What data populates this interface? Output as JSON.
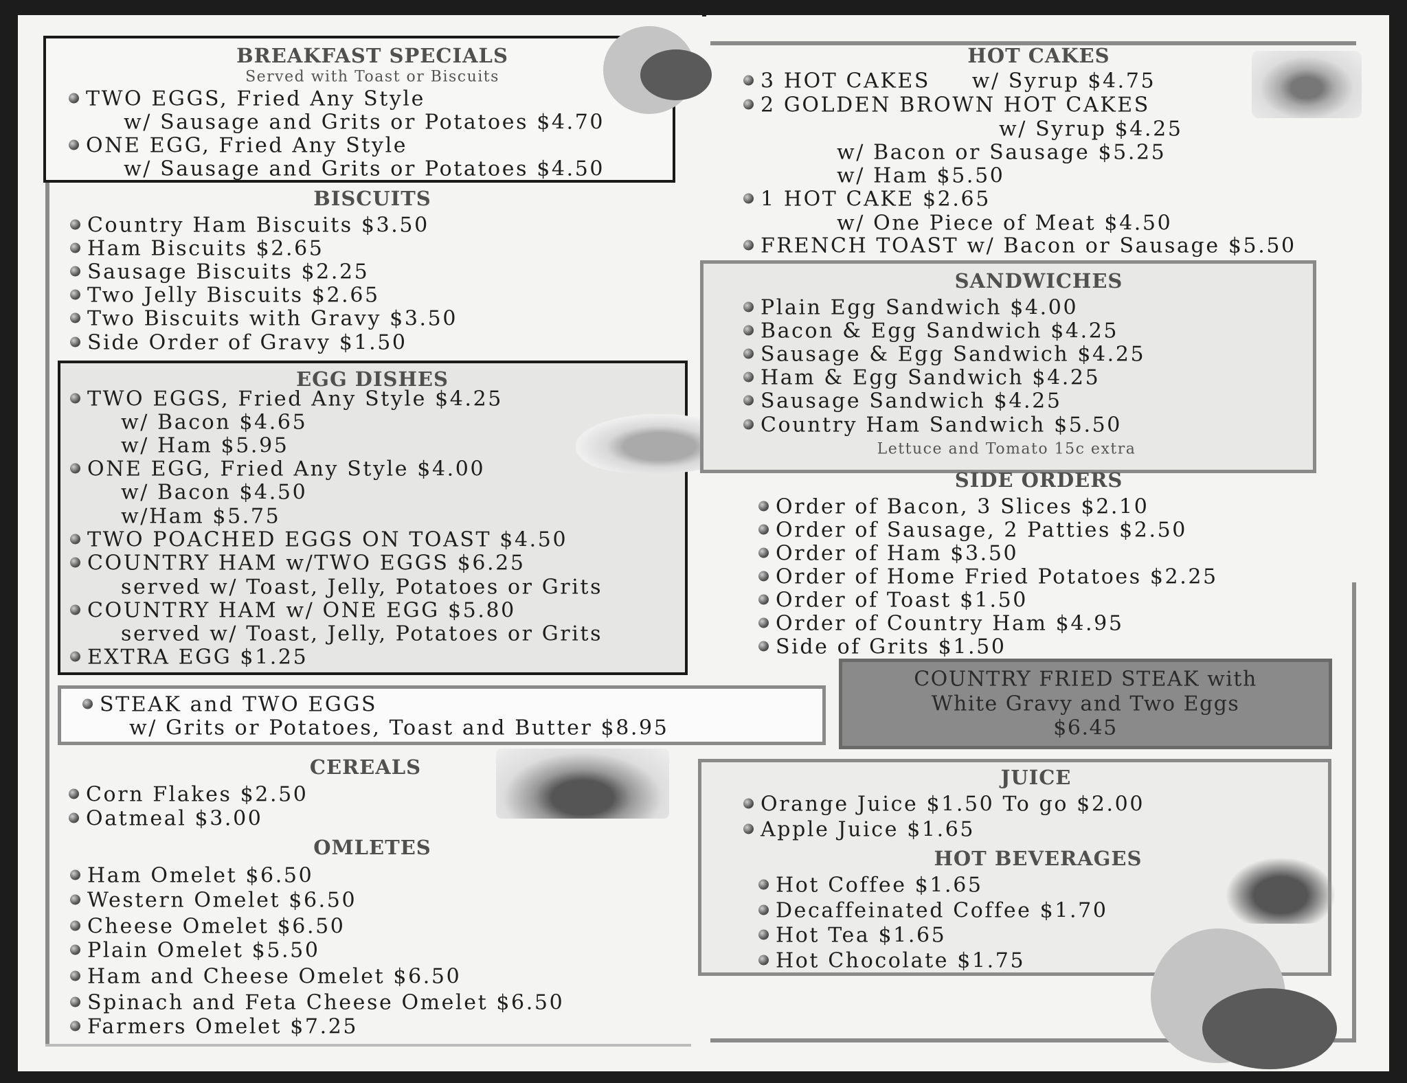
{
  "colors": {
    "paper": "#f4f4f2",
    "frame": "#1c1c1c",
    "box_gray": "#e6e6e6",
    "steak_box": "#8a8a8a",
    "circle_light": "#bdbdbd",
    "circle_dark": "#5a5a5a"
  },
  "breakfast_specials": {
    "title": "BREAKFAST SPECIALS",
    "subtitle": "Served with Toast or Biscuits",
    "items": [
      {
        "text": "TWO EGGS, Fried Any Style",
        "bullet": true
      },
      {
        "text": "w/ Sausage and Grits or Potatoes $4.70",
        "bullet": false
      },
      {
        "text": "ONE EGG, Fried Any Style",
        "bullet": true
      },
      {
        "text": "w/ Sausage and Grits or Potatoes $4.50",
        "bullet": false
      }
    ]
  },
  "biscuits": {
    "title": "BISCUITS",
    "items": [
      {
        "text": "Country Ham Biscuits $3.50",
        "bullet": true
      },
      {
        "text": "Ham Biscuits $2.65",
        "bullet": true
      },
      {
        "text": "Sausage Biscuits $2.25",
        "bullet": true
      },
      {
        "text": "Two Jelly Biscuits $2.65",
        "bullet": true
      },
      {
        "text": "Two Biscuits with Gravy $3.50",
        "bullet": true
      },
      {
        "text": "Side Order of Gravy $1.50",
        "bullet": true
      }
    ]
  },
  "egg_dishes": {
    "title": "EGG DISHES",
    "items": [
      {
        "text": "TWO EGGS, Fried Any Style $4.25",
        "bullet": true
      },
      {
        "text": "w/ Bacon $4.65",
        "bullet": false
      },
      {
        "text": "w/ Ham $5.95",
        "bullet": false
      },
      {
        "text": "ONE EGG, Fried Any Style $4.00",
        "bullet": true
      },
      {
        "text": "w/ Bacon $4.50",
        "bullet": false
      },
      {
        "text": "w/Ham $5.75",
        "bullet": false
      },
      {
        "text": "TWO POACHED EGGS ON TOAST $4.50",
        "bullet": true
      },
      {
        "text": "COUNTRY HAM w/TWO EGGS $6.25",
        "bullet": true
      },
      {
        "text": "served w/ Toast, Jelly, Potatoes or Grits",
        "bullet": false
      },
      {
        "text": "COUNTRY HAM w/ ONE EGG $5.80",
        "bullet": true
      },
      {
        "text": "served w/ Toast, Jelly, Potatoes or Grits",
        "bullet": false
      },
      {
        "text": "EXTRA EGG $1.25",
        "bullet": true
      }
    ]
  },
  "steak_eggs": {
    "items": [
      {
        "text": "STEAK and TWO EGGS",
        "bullet": true
      },
      {
        "text": "w/ Grits or Potatoes, Toast and Butter $8.95",
        "bullet": false
      }
    ]
  },
  "cereals": {
    "title": "CEREALS",
    "items": [
      {
        "text": "Corn Flakes $2.50",
        "bullet": true
      },
      {
        "text": "Oatmeal $3.00",
        "bullet": true
      }
    ]
  },
  "omeletes": {
    "title": "OMLETES",
    "items": [
      {
        "text": "Ham Omelet $6.50",
        "bullet": true
      },
      {
        "text": "Western Omelet $6.50",
        "bullet": true
      },
      {
        "text": "Cheese Omelet $6.50",
        "bullet": true
      },
      {
        "text": "Plain Omelet $5.50",
        "bullet": true
      },
      {
        "text": "Ham and Cheese Omelet $6.50",
        "bullet": true
      },
      {
        "text": "Spinach and Feta Cheese Omelet $6.50",
        "bullet": true
      },
      {
        "text": "Farmers Omelet $7.25",
        "bullet": true
      }
    ]
  },
  "hot_cakes": {
    "title": "HOT CAKES",
    "items": [
      {
        "text": "3 HOT CAKES     w/ Syrup $4.75",
        "bullet": true
      },
      {
        "text": "2 GOLDEN BROWN HOT CAKES",
        "bullet": true
      },
      {
        "text": "w/ Syrup $4.25",
        "bullet": false
      },
      {
        "text": "w/ Bacon or Sausage $5.25",
        "bullet": false
      },
      {
        "text": "w/ Ham $5.50",
        "bullet": false
      },
      {
        "text": "1 HOT CAKE $2.65",
        "bullet": true
      },
      {
        "text": "w/ One Piece of Meat $4.50",
        "bullet": false
      },
      {
        "text": "FRENCH TOAST w/ Bacon or Sausage $5.50",
        "bullet": true
      }
    ]
  },
  "sandwiches": {
    "title": "SANDWICHES",
    "note": "Lettuce and Tomato 15c extra",
    "items": [
      {
        "text": "Plain Egg Sandwich $4.00",
        "bullet": true
      },
      {
        "text": "Bacon & Egg Sandwich $4.25",
        "bullet": true
      },
      {
        "text": "Sausage & Egg Sandwich $4.25",
        "bullet": true
      },
      {
        "text": "Ham & Egg Sandwich $4.25",
        "bullet": true
      },
      {
        "text": "Sausage Sandwich $4.25",
        "bullet": true
      },
      {
        "text": "Country Ham Sandwich $5.50",
        "bullet": true
      }
    ]
  },
  "side_orders": {
    "title": "SIDE ORDERS",
    "items": [
      {
        "text": "Order of Bacon, 3 Slices $2.10",
        "bullet": true
      },
      {
        "text": "Order of Sausage, 2 Patties $2.50",
        "bullet": true
      },
      {
        "text": "Order of Ham $3.50",
        "bullet": true
      },
      {
        "text": "Order of Home Fried Potatoes $2.25",
        "bullet": true
      },
      {
        "text": "Order of Toast $1.50",
        "bullet": true
      },
      {
        "text": "Order of Country Ham $4.95",
        "bullet": true
      },
      {
        "text": "Side of Grits $1.50",
        "bullet": true
      }
    ]
  },
  "country_fried_steak": {
    "lines": [
      "COUNTRY FRIED STEAK with",
      "White Gravy and Two Eggs",
      "$6.45"
    ]
  },
  "juice": {
    "title": "JUICE",
    "items": [
      {
        "text": "Orange Juice $1.50 To go $2.00",
        "bullet": true
      },
      {
        "text": "Apple Juice $1.65",
        "bullet": true
      }
    ]
  },
  "hot_beverages": {
    "title": "HOT BEVERAGES",
    "items": [
      {
        "text": "Hot Coffee $1.65",
        "bullet": true
      },
      {
        "text": "Decaffeinated Coffee $1.70",
        "bullet": true
      },
      {
        "text": "Hot Tea $1.65",
        "bullet": true
      },
      {
        "text": "Hot Chocolate $1.75",
        "bullet": true
      }
    ]
  }
}
